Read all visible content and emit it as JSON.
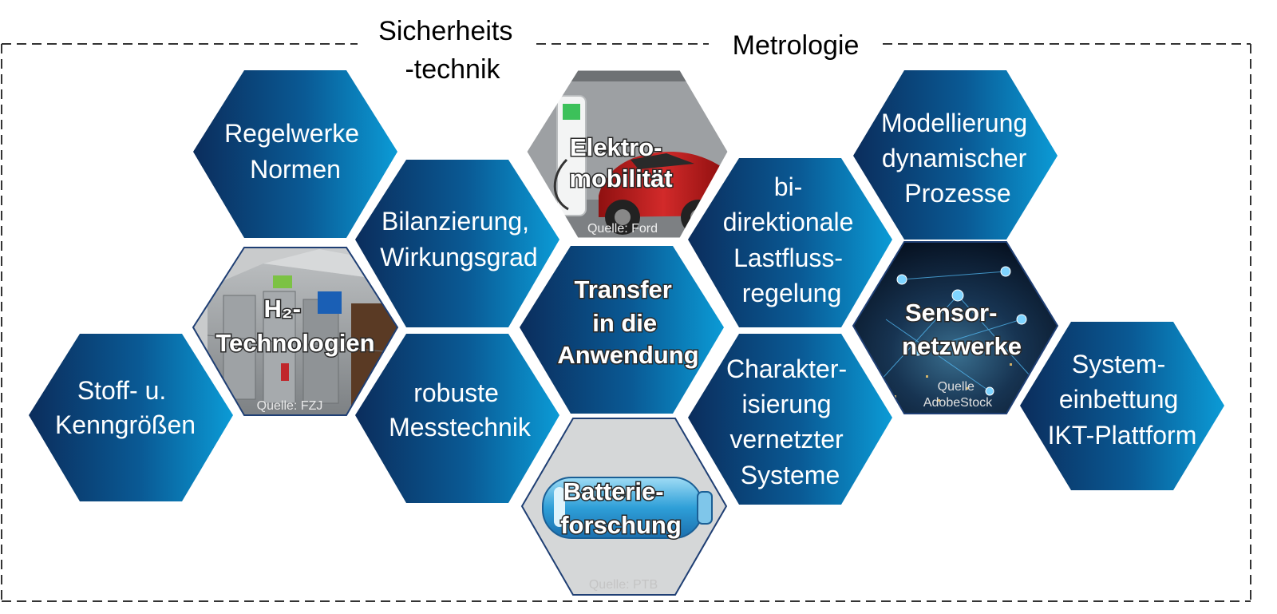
{
  "header": {
    "label_left_lines": [
      "Sicherheits",
      "-technik"
    ],
    "label_right": "Metrologie"
  },
  "colors": {
    "hex_dark": "#0b2d5c",
    "hex_mid": "#0a5a95",
    "hex_light": "#0b9bd6",
    "hex_outline": "#1f3f74",
    "frame": "#333333",
    "credit_text": "#e8e8e8",
    "credit_text_light": "#c4c4c4"
  },
  "cells": [
    {
      "id": "regelwerke",
      "lines": [
        "Regelwerke",
        "Normen"
      ],
      "style": "gradient",
      "icon": "none"
    },
    {
      "id": "bilanzierung",
      "lines": [
        "Bilanzierung,",
        "Wirkungsgrad"
      ],
      "style": "gradient",
      "icon": "none"
    },
    {
      "id": "h2",
      "lines": [
        "H₂-",
        "Technologien"
      ],
      "style": "image",
      "icon": "hydrogen-container-illustration",
      "credit": "Quelle: FZJ"
    },
    {
      "id": "stoff",
      "lines": [
        "Stoff- u.",
        "Kenngrößen"
      ],
      "style": "gradient",
      "icon": "none"
    },
    {
      "id": "robuste",
      "lines": [
        "robuste",
        "Messtechnik"
      ],
      "style": "gradient",
      "icon": "none"
    },
    {
      "id": "elektro",
      "lines": [
        "Elektro-",
        "mobilität"
      ],
      "style": "image",
      "icon": "electric-car-charging-illustration",
      "credit": "Quelle: Ford"
    },
    {
      "id": "transfer",
      "lines": [
        "Transfer",
        "in die",
        "Anwendung"
      ],
      "style": "gradient",
      "icon": "none"
    },
    {
      "id": "batterie",
      "lines": [
        "Batterie-",
        "forschung"
      ],
      "style": "image",
      "icon": "battery-illustration",
      "credit": "Quelle: PTB"
    },
    {
      "id": "bidirektional",
      "lines": [
        "bi-",
        "direktionale",
        "Lastfluss-",
        "regelung"
      ],
      "style": "gradient",
      "icon": "none"
    },
    {
      "id": "charakter",
      "lines": [
        "Charakter-",
        "isierung",
        "vernetzter",
        "Systeme"
      ],
      "style": "gradient",
      "icon": "none"
    },
    {
      "id": "modellierung",
      "lines": [
        "Modellierung",
        "dynamischer",
        "Prozesse"
      ],
      "style": "gradient",
      "icon": "none"
    },
    {
      "id": "sensor",
      "lines": [
        "Sensor-",
        "netzwerke"
      ],
      "style": "image",
      "icon": "sensor-network-city-illustration",
      "credit_lines": [
        "Quelle",
        "AdobeStock"
      ]
    },
    {
      "id": "system",
      "lines": [
        "System-",
        "einbettung",
        "IKT-Plattform"
      ],
      "style": "gradient",
      "icon": "none"
    }
  ]
}
